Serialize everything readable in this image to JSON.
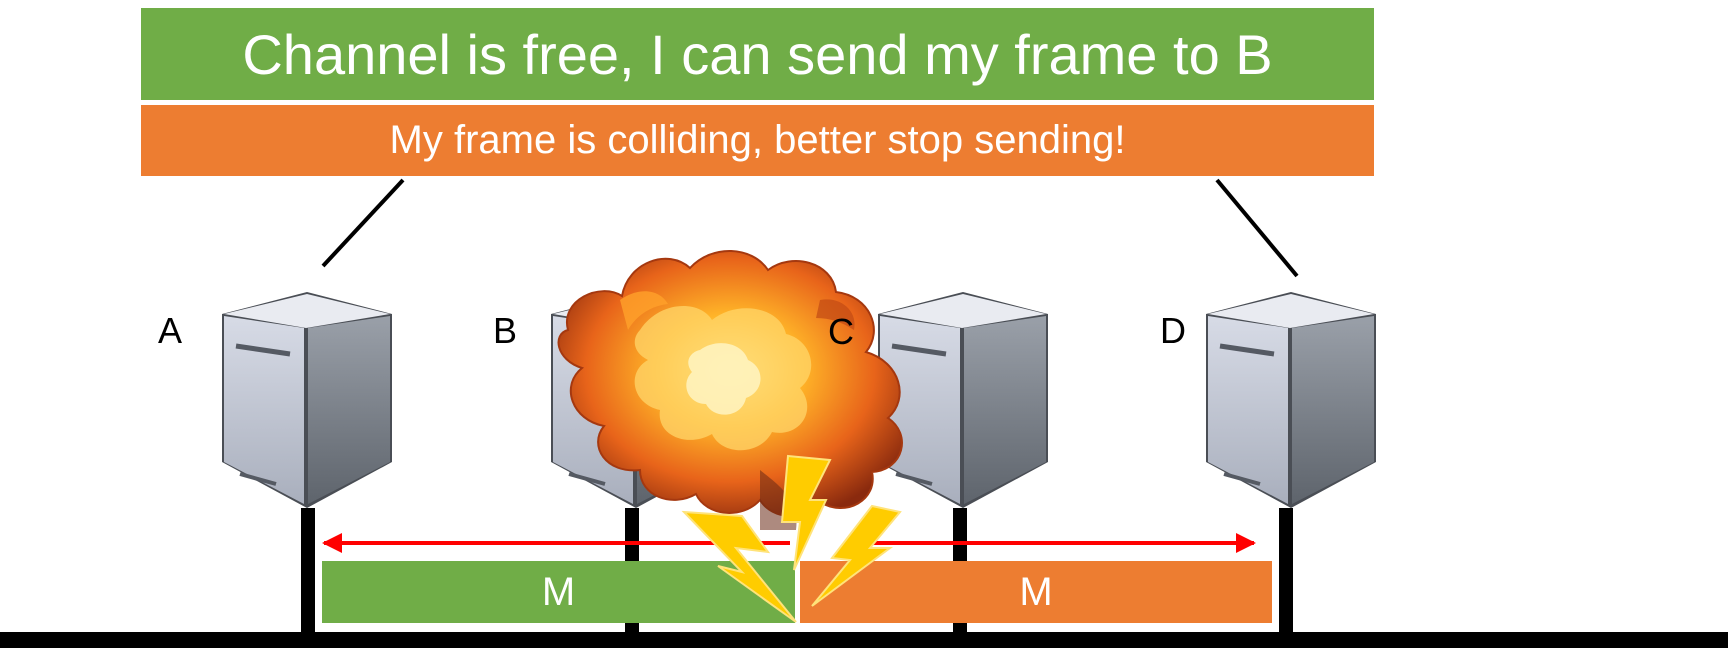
{
  "banners": {
    "top_message": "Channel is free, I can send my frame to B",
    "bottom_message": "My frame is colliding, better stop sending!"
  },
  "stations": {
    "a": "A",
    "b": "B",
    "c": "C",
    "d": "D"
  },
  "frames": {
    "left_label": "M",
    "right_label": "M"
  },
  "colors": {
    "green": "#70ad47",
    "orange": "#ed7d31",
    "signal_arrow": "#ff0000",
    "bus": "#000000"
  },
  "icons": [
    "server-icon",
    "explosion-icon",
    "lightning-icon"
  ]
}
